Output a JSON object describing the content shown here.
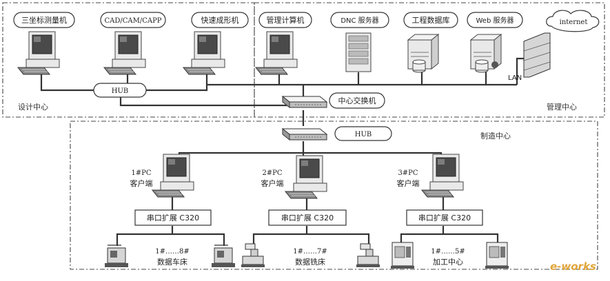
{
  "zones": {
    "design": "设计中心",
    "management": "管理中心",
    "manufacturing": "制造中心"
  },
  "design_nodes": [
    "三坐标测量机",
    "CAD/CAM/CAPP",
    "快速成形机"
  ],
  "management_nodes": [
    "管理计算机",
    "DNC 服务器",
    "工程数据库",
    "Web 服务器"
  ],
  "internet": "internet",
  "lan": "LAN",
  "design_hub": "HUB",
  "center_switch": "中心交换机",
  "mfg_hub": "HUB",
  "clients": [
    {
      "id": "1#PC",
      "role": "客户端",
      "expander": "串口扩展 C320",
      "range": "1#……8#",
      "machines": "数据车床"
    },
    {
      "id": "2#PC",
      "role": "客户端",
      "expander": "串口扩展 C320",
      "range": "1#……7#",
      "machines": "数据铣床"
    },
    {
      "id": "3#PC",
      "role": "客户端",
      "expander": "串口扩展 C320",
      "range": "1#……5#",
      "machines": "加工中心"
    }
  ],
  "watermark": "e-works",
  "colors": {
    "line": "#333333",
    "watermark": "#e0a63a"
  }
}
